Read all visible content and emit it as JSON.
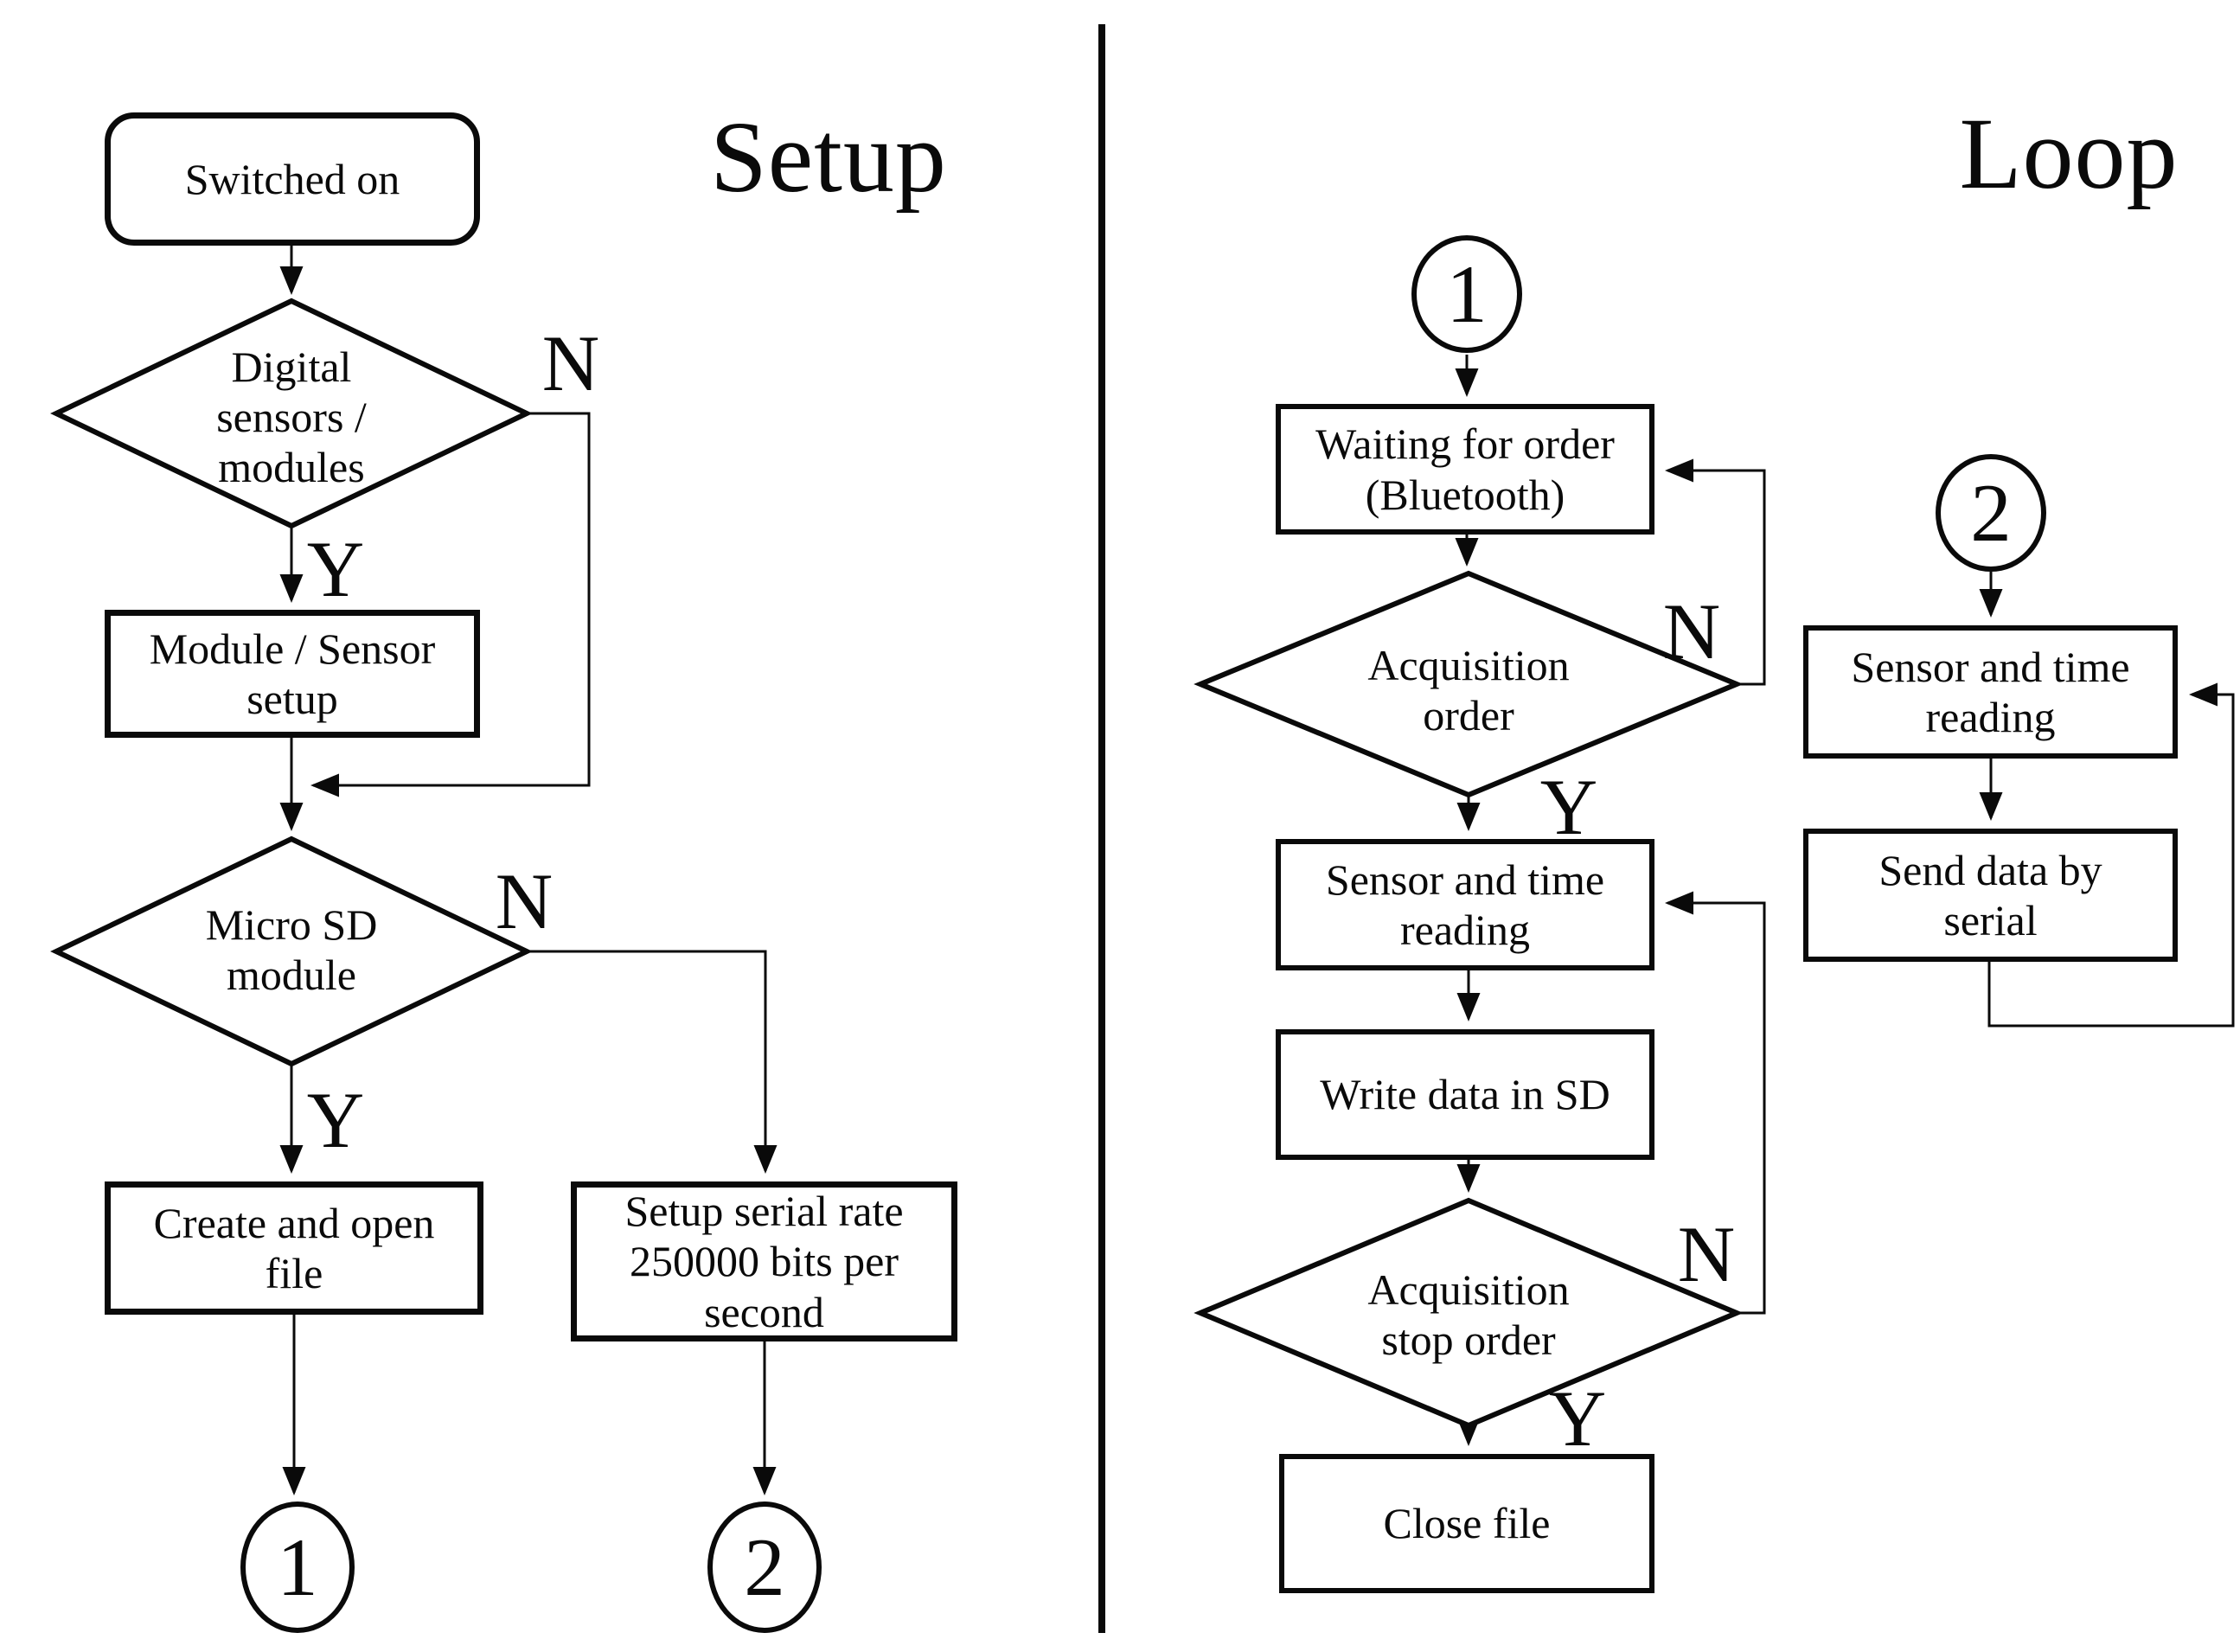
{
  "titles": {
    "setup": "Setup",
    "loop": "Loop"
  },
  "labels": {
    "yes": "Y",
    "no": "N"
  },
  "connectors": {
    "one": "1",
    "two": "2"
  },
  "colors": {
    "ink": "#0a0a0a",
    "background": "#ffffff"
  },
  "setup": {
    "start": "Switched on",
    "digital_check": "Digital\nsensors /\nmodules",
    "module_setup": "Module / Sensor\nsetup",
    "sd_check": "Micro SD\nmodule",
    "create_open": "Create and open\nfile",
    "serial_rate": "Setup serial rate\n250000 bits per\nsecond"
  },
  "loop": {
    "waiting": "Waiting for order\n(Bluetooth)",
    "acq_check": "Acquisition\norder",
    "sensor_reading": "Sensor and time\nreading",
    "write_sd": "Write data in SD",
    "stop_check": "Acquisition\nstop order",
    "close_file": "Close file",
    "sensor_reading2": "Sensor and time\nreading",
    "send_serial": "Send data by\nserial"
  }
}
